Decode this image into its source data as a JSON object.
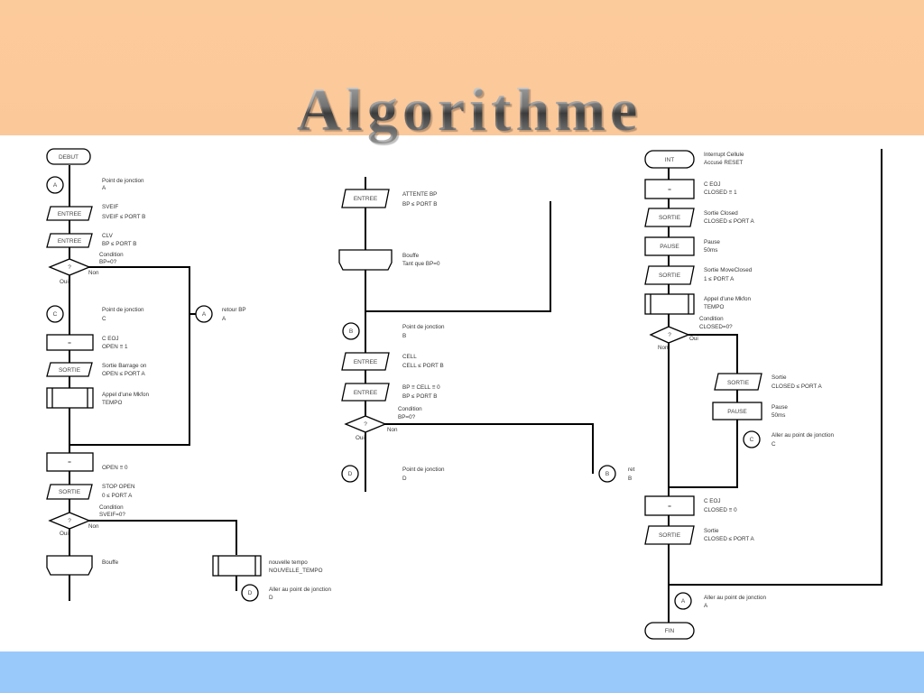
{
  "title": "Algorithme",
  "colors": {
    "header": "#fccb9b",
    "footer": "#99c9fb"
  },
  "col1": {
    "debut": "DEBUT",
    "conn_a": "A",
    "pt_a1": "Point de jonction",
    "pt_a2": "A",
    "entree": "ENTREE",
    "io1_1": "SVEIF",
    "io1_2": "SVEIF ≤ PORT B",
    "io2_1": "CLV",
    "io2_2": "BP ≤ PORT B",
    "cond_t": "Condition",
    "cond_v": "BP=0?",
    "q": "?",
    "oui": "Oui",
    "non": "Non",
    "conn_c": "C",
    "pt_c1": "Point de jonction",
    "pt_c2": "C",
    "conn_a2": "A",
    "retour1": "retour BP",
    "retour2": "A",
    "asg1": "C EOJ",
    "asg2": "OPEN ≡ 1",
    "sortie": "SORTIE",
    "out1": "Sortie Barrage on",
    "out2": "OPEN ≤ PORT A",
    "call1": "Appel d'une Mkfon",
    "call2": "TEMPO",
    "asg3": "OPEN ≡ 0",
    "out3": "STOP OPEN",
    "out4": "0 ≤ PORT A",
    "cond2_t": "Condition",
    "cond2_v": "SVEIF=0?",
    "disp": "Bouffe",
    "sub1": "nouvelle tempo",
    "sub2": "NOUVELLE_TEMPO",
    "conn_d": "D",
    "goto1": "Aller au point de jonction",
    "goto2": "D"
  },
  "col2": {
    "entree": "ENTREE",
    "io1_1": "ATTENTE BP",
    "io1_2": "BP ≤ PORT B",
    "disp1": "Bouffe",
    "disp2": "Tant que BP=0",
    "conn_b": "B",
    "pt_b1": "Point de jonction",
    "pt_b2": "B",
    "io2_1": "CELL",
    "io2_2": "CELL ≤ PORT B",
    "io3_1": "BP ≡ CELL ≡ 0",
    "io3_2": "BP ≤ PORT B",
    "cond_t": "Condition",
    "cond_v": "BP=0?",
    "q": "?",
    "oui": "Oui",
    "non": "Non",
    "conn_d": "D",
    "pt_d1": "Point de jonction",
    "pt_d2": "D",
    "conn_b2": "B",
    "ret1": "ret",
    "ret2": "B"
  },
  "col3": {
    "int": "INT",
    "int1": "Interrupt Cellule",
    "int2": "Accusé RESET",
    "asg1": "C EOJ",
    "asg2": "CLOSED ≡ 1",
    "sortie": "SORTIE",
    "out1": "Sortie Closed",
    "out2": "CLOSED ≤ PORT A",
    "pause": "PAUSE",
    "p1": "Pause",
    "p2": "50ms",
    "out3": "Sortie MoveClosed",
    "out4": "1 ≤ PORT A",
    "call1": "Appel d'une Mkfon",
    "call2": "TEMPO",
    "cond_t": "Condition",
    "cond_v": "CLOSED=0?",
    "q": "?",
    "oui": "Oui",
    "non": "Non",
    "out5": "Sortie",
    "out6": "CLOSED ≤ PORT A",
    "p3": "Pause",
    "p4": "50ms",
    "conn_c": "C",
    "goto1": "Aller au point de jonction",
    "goto2": "C",
    "asg3": "C EOJ",
    "asg4": "CLOSED ≡ 0",
    "out7": "Sortie",
    "out8": "CLOSED ≤ PORT A",
    "conn_a": "A",
    "goto3": "Aller au point de jonction",
    "goto4": "A",
    "fin": "FIN"
  }
}
